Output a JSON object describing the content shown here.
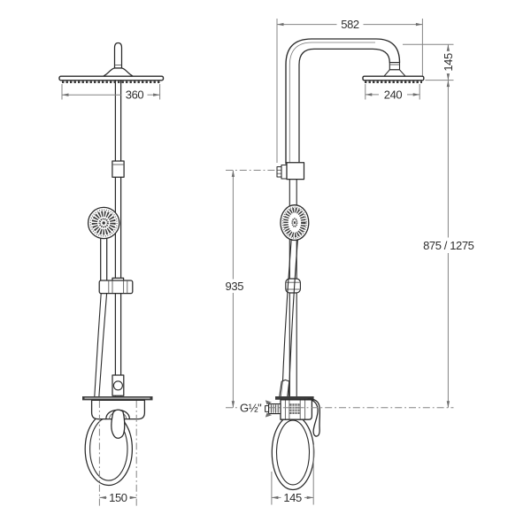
{
  "colors": {
    "bg": "#ffffff",
    "ink": "#2a2a2a",
    "dim": "#848484"
  },
  "dimensions": {
    "front": {
      "head_width": "360",
      "mounting_width": "150"
    },
    "side": {
      "arm_width": "582",
      "head_drop": "145",
      "head_depth": "240",
      "column_height": "875 / 1275",
      "bracket_to_mixer": "935",
      "inlet_thread": "G½\"",
      "base_depth": "145"
    }
  }
}
